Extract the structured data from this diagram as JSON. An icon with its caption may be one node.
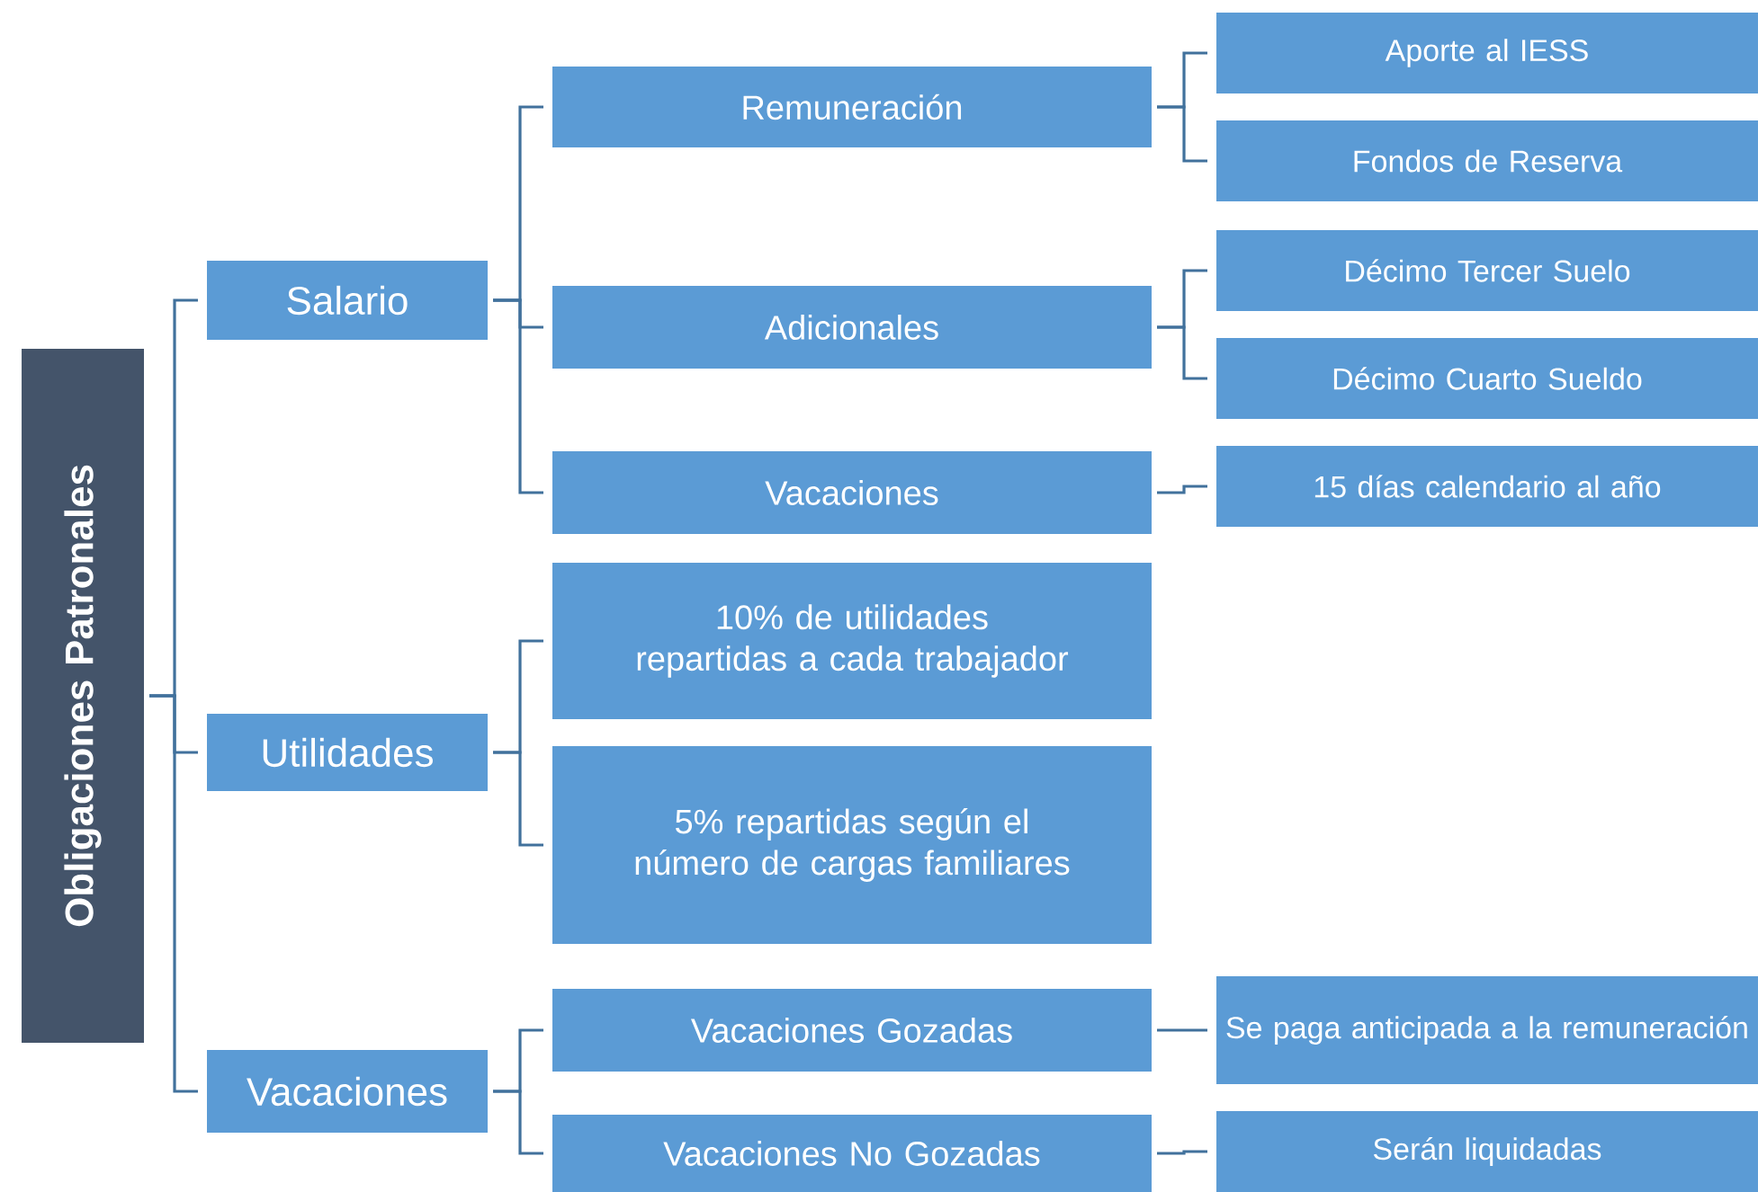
{
  "diagram": {
    "nodes": [
      {
        "text": [
          "Obligaciones Patronales"
        ]
      },
      {
        "text": [
          "Salario"
        ]
      },
      {
        "text": [
          "Utilidades"
        ]
      },
      {
        "text": [
          "Vacaciones"
        ]
      },
      {
        "text": [
          "Remuneración"
        ]
      },
      {
        "text": [
          "Adicionales"
        ]
      },
      {
        "text": [
          "Vacaciones"
        ]
      },
      {
        "text": [
          "Aporte al IESS"
        ]
      },
      {
        "text": [
          "Fondos de Reserva"
        ]
      },
      {
        "text": [
          "Décimo Tercer Suelo"
        ]
      },
      {
        "text": [
          "Décimo Cuarto Sueldo"
        ]
      },
      {
        "text": [
          "15 días calendario al año"
        ]
      },
      {
        "text": [
          "10% de utilidades repartidas a cada trabajador"
        ]
      },
      {
        "text": [
          "5% repartidas según el número de cargas familiares"
        ]
      },
      {
        "text": [
          "Vacaciones Gozadas"
        ]
      },
      {
        "text": [
          "Vacaciones No Gozadas"
        ]
      },
      {
        "text": [
          "Se paga anticipada a la remuneración"
        ]
      },
      {
        "text": [
          "Serán liquidadas"
        ]
      }
    ],
    "edges": [
      {
        "from": 0,
        "to": 1,
        "arrow": "none"
      },
      {
        "from": 0,
        "to": 2,
        "arrow": "none"
      },
      {
        "from": 0,
        "to": 3,
        "arrow": "none"
      },
      {
        "from": 1,
        "to": 4,
        "arrow": "none"
      },
      {
        "from": 1,
        "to": 5,
        "arrow": "none"
      },
      {
        "from": 1,
        "to": 6,
        "arrow": "none"
      },
      {
        "from": 4,
        "to": 7,
        "arrow": "none"
      },
      {
        "from": 4,
        "to": 8,
        "arrow": "none"
      },
      {
        "from": 5,
        "to": 9,
        "arrow": "none"
      },
      {
        "from": 5,
        "to": 10,
        "arrow": "none"
      },
      {
        "from": 6,
        "to": 11,
        "arrow": "none"
      },
      {
        "from": 2,
        "to": 12,
        "arrow": "none"
      },
      {
        "from": 2,
        "to": 13,
        "arrow": "none"
      },
      {
        "from": 3,
        "to": 14,
        "arrow": "none"
      },
      {
        "from": 3,
        "to": 15,
        "arrow": "none"
      },
      {
        "from": 14,
        "to": 16,
        "arrow": "none"
      },
      {
        "from": 15,
        "to": 17,
        "arrow": "none"
      }
    ]
  }
}
